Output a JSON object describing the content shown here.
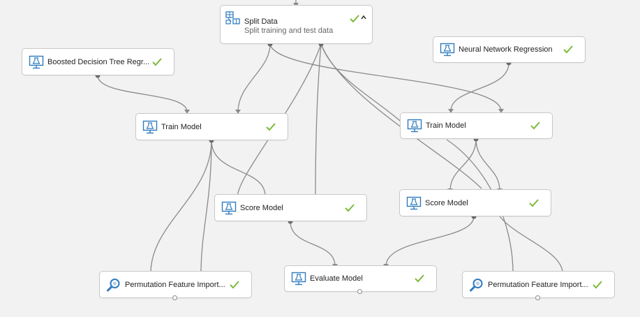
{
  "colors": {
    "canvas": "#f2f2f2",
    "node_border": "#c8c8c8",
    "wire": "#8a8a8a",
    "check": "#7dba3a",
    "icon": "#2f7bbf"
  },
  "nodes": {
    "split_data": {
      "title": "Split Data",
      "subtitle": "Split training and test data",
      "icon": "split-data-icon"
    },
    "boosted": {
      "title": "Boosted Decision Tree Regr...",
      "icon": "flask-monitor-icon"
    },
    "neural": {
      "title": "Neural Network Regression",
      "icon": "flask-monitor-icon"
    },
    "train_left": {
      "title": "Train Model",
      "icon": "flask-monitor-icon"
    },
    "train_right": {
      "title": "Train Model",
      "icon": "flask-monitor-icon"
    },
    "score_left": {
      "title": "Score Model",
      "icon": "flask-monitor-icon"
    },
    "score_right": {
      "title": "Score Model",
      "icon": "flask-monitor-icon"
    },
    "pfi_left": {
      "title": "Permutation Feature Import...",
      "icon": "magnifier-icon"
    },
    "evaluate": {
      "title": "Evaluate Model",
      "icon": "flask-monitor-icon"
    },
    "pfi_right": {
      "title": "Permutation Feature Import...",
      "icon": "magnifier-icon"
    }
  }
}
